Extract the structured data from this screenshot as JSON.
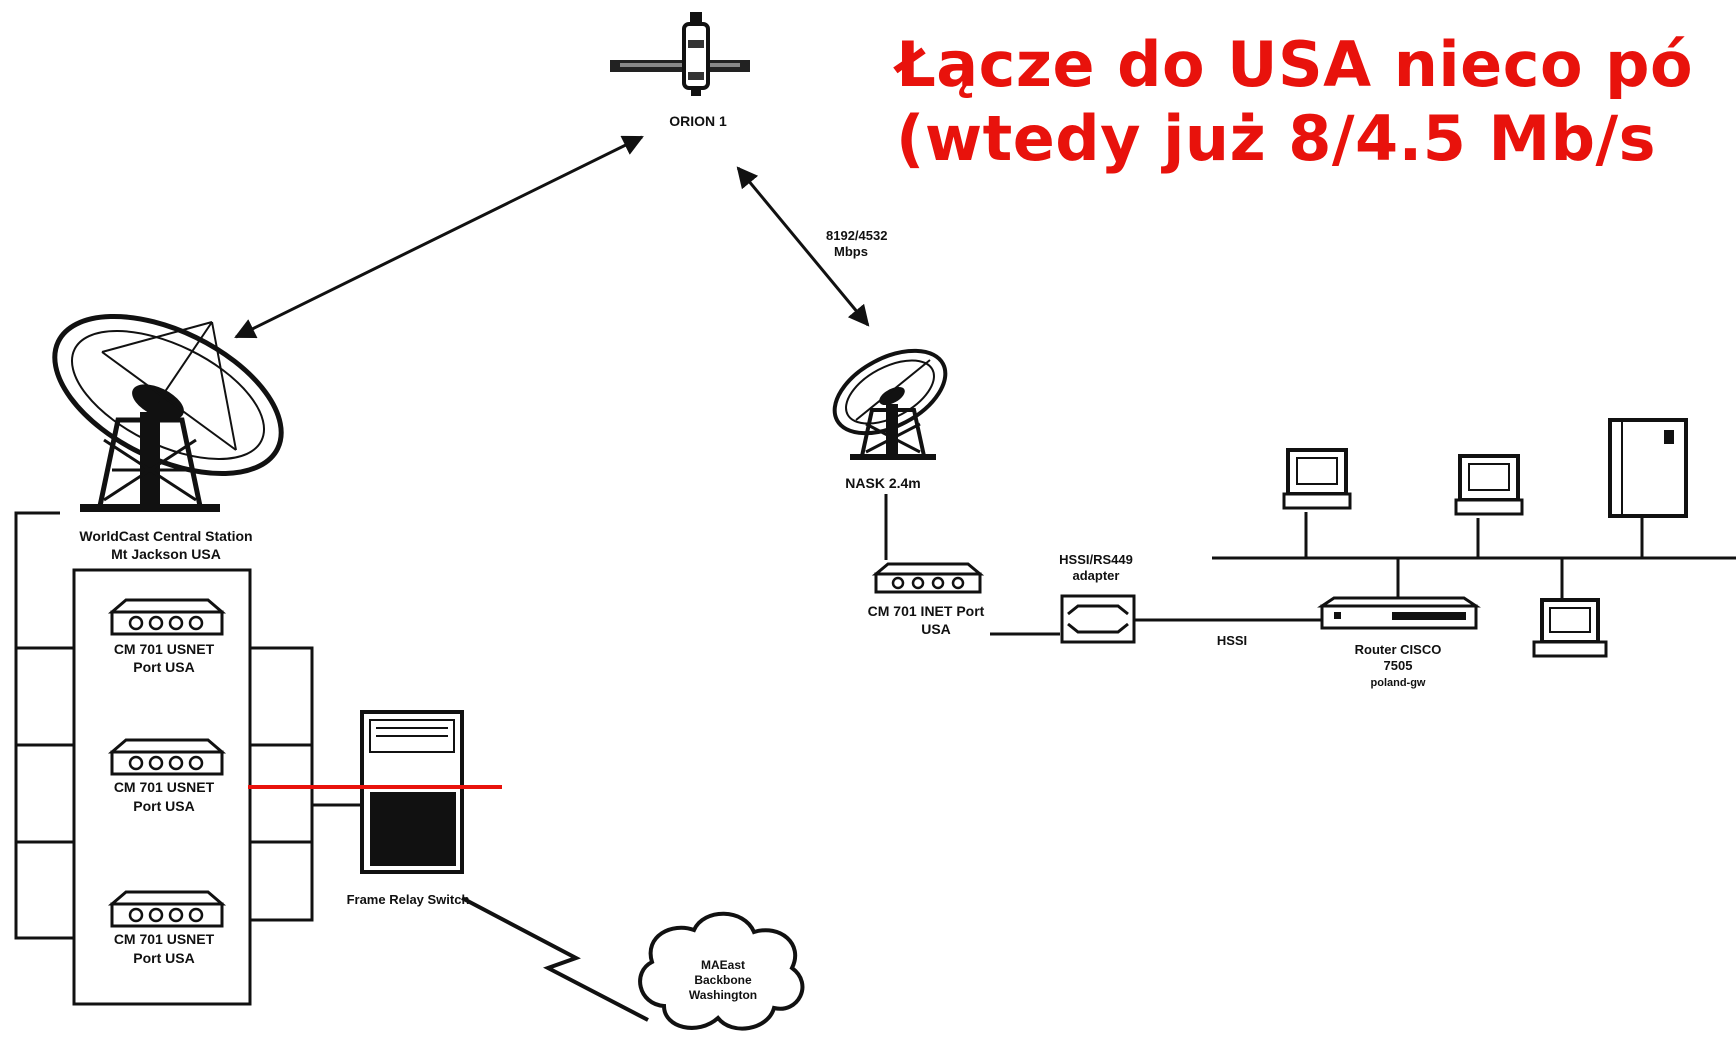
{
  "title": {
    "line1": "Łącze do USA nieco pó",
    "line2": "(wtedy już 8/4.5 Mb/s"
  },
  "colors": {
    "title": "#e8120c",
    "annotation_line": "#e8120c",
    "ink": "#111111"
  },
  "nodes": {
    "satellite": {
      "label": "ORION 1",
      "icon": "satellite-icon"
    },
    "link_speed": {
      "line1": "8192/4532",
      "line2": "Mbps"
    },
    "usa_dish": {
      "line1": "WorldCast Central Station",
      "line2": "Mt Jackson USA",
      "icon": "satellite-dish-icon"
    },
    "nask_dish": {
      "label": "NASK 2.4m",
      "icon": "satellite-dish-icon"
    },
    "usa_ports": [
      {
        "line1": "CM 701 USNET",
        "line2": "Port USA",
        "icon": "modem-icon"
      },
      {
        "line1": "CM 701 USNET",
        "line2": "Port USA",
        "icon": "modem-icon"
      },
      {
        "line1": "CM 701 USNET",
        "line2": "Port USA",
        "icon": "modem-icon"
      }
    ],
    "frame_relay": {
      "label": "Frame Relay Switch",
      "icon": "switch-cabinet-icon"
    },
    "maeast": {
      "line1": "MAEast",
      "line2": "Backbone",
      "line3": "Washington",
      "icon": "cloud-icon"
    },
    "inet_port": {
      "line1": "CM 701 INET Port",
      "line2": "USA",
      "icon": "modem-icon"
    },
    "adapter": {
      "line1": "HSSI/RS449",
      "line2": "adapter",
      "icon": "adapter-icon"
    },
    "hssi": {
      "label": "HSSI"
    },
    "router": {
      "line1": "Router CISCO",
      "line2": "7505",
      "line3": "poland-gw",
      "icon": "router-icon"
    },
    "workstations": [
      {
        "icon": "computer-icon"
      },
      {
        "icon": "computer-icon"
      },
      {
        "icon": "computer-icon"
      }
    ],
    "server": {
      "icon": "server-tower-icon"
    }
  }
}
